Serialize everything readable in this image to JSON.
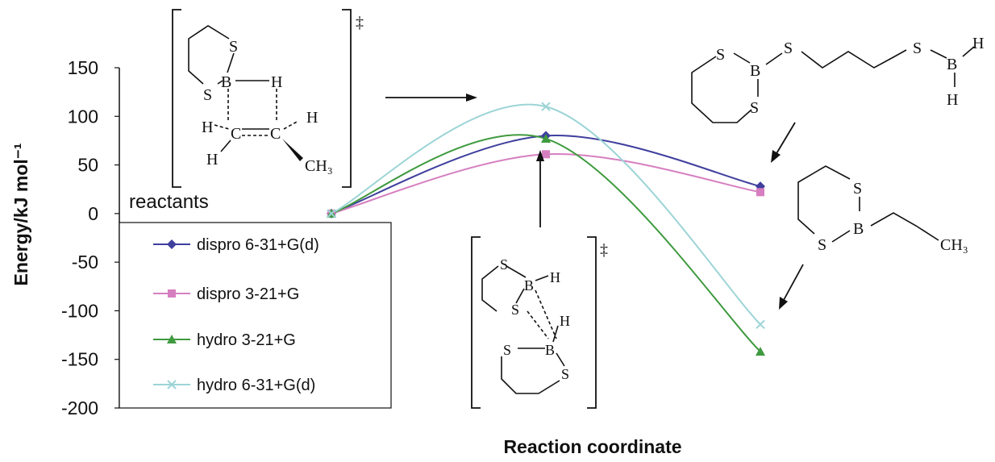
{
  "chart_data": {
    "type": "line",
    "title": "",
    "xlabel": "Reaction coordinate",
    "ylabel": "Energy/kJ mol⁻¹",
    "ylim": [
      -200,
      150
    ],
    "yticks": [
      150,
      100,
      50,
      0,
      -50,
      -100,
      -150,
      -200
    ],
    "grid": false,
    "legend_position": "left",
    "x": [
      0,
      1,
      2
    ],
    "series": [
      {
        "name": "dispro 6-31+G(d)",
        "color": "#3f3f9e",
        "marker": "diamond",
        "values": [
          0,
          80,
          28
        ]
      },
      {
        "name": "dispro 3-21+G",
        "color": "#d67fc0",
        "marker": "square",
        "values": [
          0,
          61,
          22
        ]
      },
      {
        "name": "hydro 3-21+G",
        "color": "#3f9a3f",
        "marker": "triangle",
        "values": [
          0,
          77,
          -142
        ]
      },
      {
        "name": "hydro 6-31+G(d)",
        "color": "#9cd4d6",
        "marker": "x",
        "values": [
          0,
          110,
          -114
        ]
      }
    ],
    "annotations": [
      "reactants"
    ]
  },
  "structures": {
    "ts_symbol_1": "‡",
    "ts_symbol_2": "‡",
    "ts1_atoms": [
      "S",
      "B",
      "H",
      "S",
      "H",
      "C",
      "C",
      "H",
      "H",
      "CH₃"
    ],
    "ts2_atoms": [
      "S",
      "B",
      "H",
      "S",
      "H",
      "S",
      "B",
      "S"
    ],
    "product1_atoms": [
      "S",
      "B",
      "S",
      "S",
      "S",
      "B",
      "H",
      "H"
    ],
    "product2_atoms": [
      "S",
      "B",
      "S",
      "CH₃"
    ]
  }
}
